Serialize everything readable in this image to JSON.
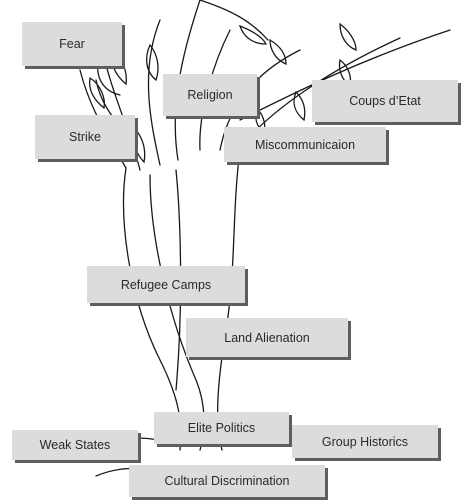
{
  "labels": {
    "fear": "Fear",
    "religion": "Religion",
    "coups": "Coups d’Etat",
    "strike": "Strike",
    "miscommunication": "Miscommunicaion",
    "refugee_camps": "Refugee Camps",
    "land_alienation": "Land Alienation",
    "elite_politics": "Elite Politics",
    "weak_states": "Weak States",
    "group_historics": "Group Historics",
    "cultural_discrimination": "Cultural Discrimination"
  },
  "colors": {
    "box_fill": "#dcdcde",
    "box_shadow": "#5e5e5e",
    "line": "#1a1a1a",
    "text": "#2a2a2a"
  }
}
